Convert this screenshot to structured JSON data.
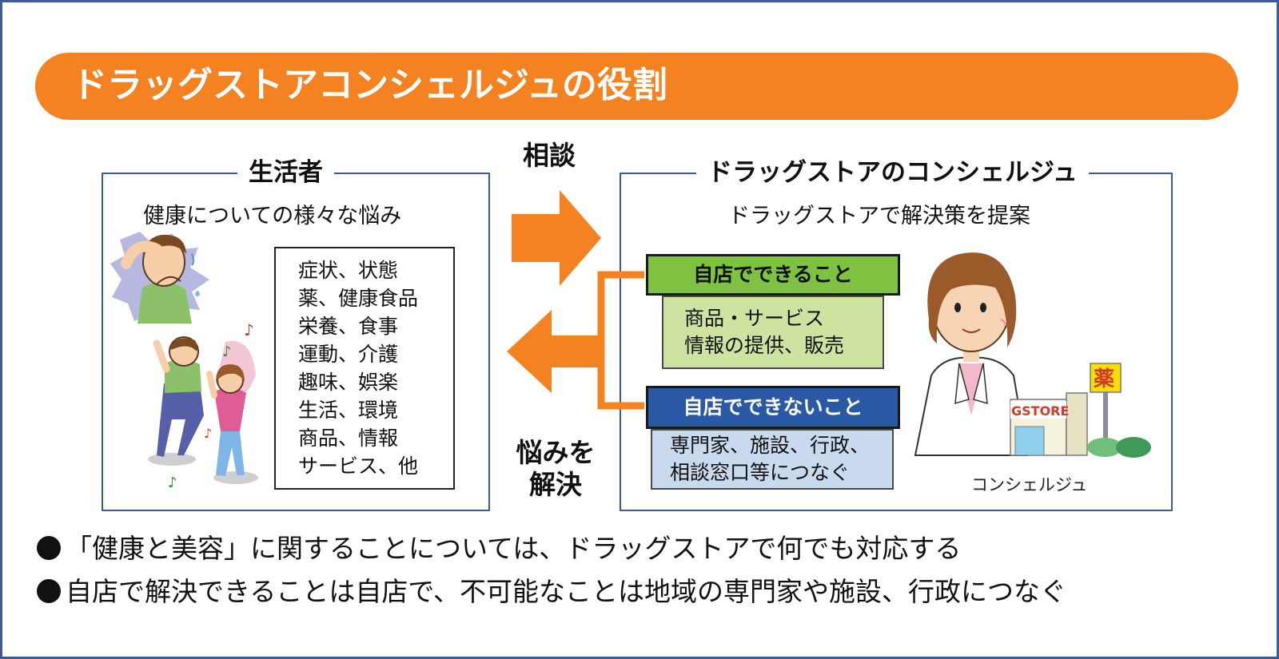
{
  "title": "ドラッグストアコンシェルジュの役割",
  "left_panel": {
    "title": "生活者",
    "subtitle": "健康についての様々な悩み",
    "concerns": [
      "症状、状態",
      "薬、健康食品",
      "栄養、食事",
      "運動、介護",
      "趣味、娯楽",
      "生活、環境",
      "商品、情報",
      "サービス、他"
    ]
  },
  "flow": {
    "consult_label": "相談",
    "solve_label": "悩みを解決"
  },
  "right_panel": {
    "title": "ドラッグストアのコンシェルジュ",
    "subtitle": "ドラッグストアで解決策を提案",
    "can_header": "自店でできること",
    "can_items": [
      "商品・サービス",
      "情報の提供、販売"
    ],
    "cannot_header": "自店でできないこと",
    "cannot_items": [
      "専門家、施設、行政、",
      "相談窓口等につなぐ"
    ],
    "concierge_caption": "コンシェルジュ",
    "store_sign": "薬",
    "store_name": "GSTORE"
  },
  "bullets": [
    "「健康と美容」に関することについては、ドラッグストアで何でも対応する",
    "自店で解決できることは自店で、不可能なことは地域の専門家や施設、行政につなぐ"
  ],
  "colors": {
    "accent_orange": "#f58220",
    "frame_blue": "#3a5a9b",
    "can_green": "#7fc241",
    "can_body_green": "#cfe3a0",
    "cannot_blue": "#2a59a6",
    "cannot_body_blue": "#c9d9ee"
  }
}
